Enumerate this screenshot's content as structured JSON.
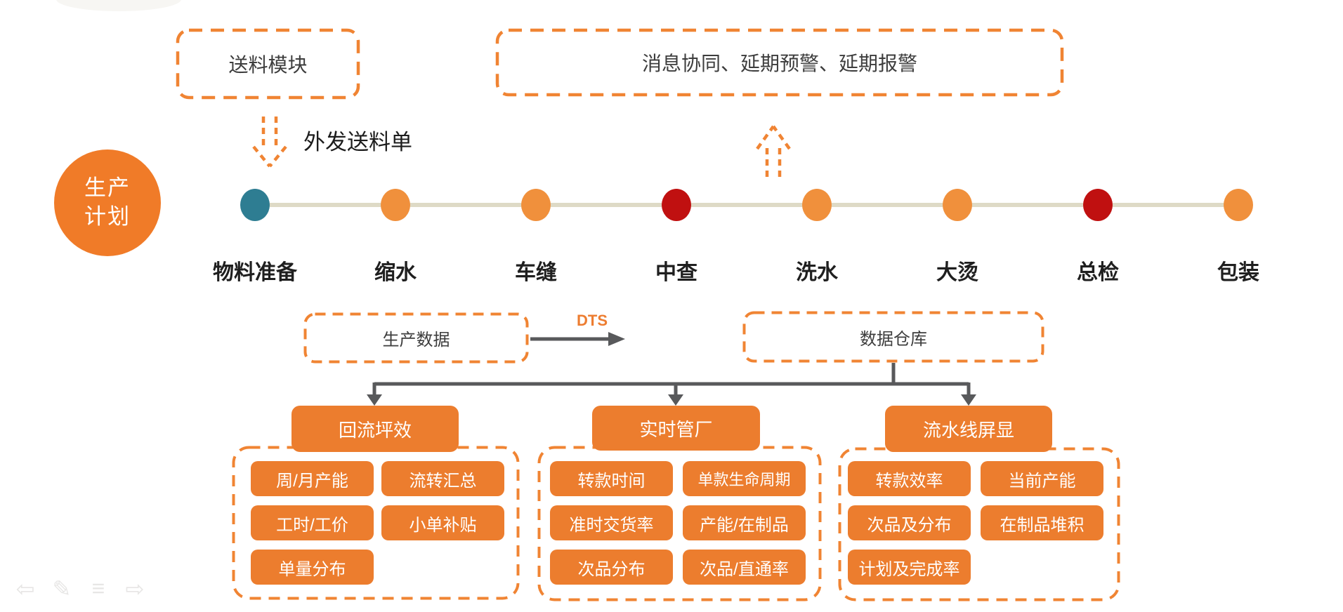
{
  "colors": {
    "orange_solid": "#EC7D2E",
    "orange_dot": "#F0903C",
    "orange_dashed_border": "#F08433",
    "teal_dot": "#2E7D92",
    "dark_red_dot": "#C01010",
    "timeline_line": "#DEDAC6",
    "connector_gray": "#58595B"
  },
  "top": {
    "feeding_box_label": "送料模块",
    "outsource_arrow_label": "外发送料单",
    "message_box_label": "消息协同、延期预警、延期报警"
  },
  "plan_circle": {
    "line1": "生产",
    "line2": "计划"
  },
  "timeline": {
    "stages": [
      {
        "label": "物料准备",
        "color": "#2E7D92"
      },
      {
        "label": "缩水",
        "color": "#F0903C"
      },
      {
        "label": "车缝",
        "color": "#F0903C"
      },
      {
        "label": "中查",
        "color": "#C01010"
      },
      {
        "label": "洗水",
        "color": "#F0903C"
      },
      {
        "label": "大烫",
        "color": "#F0903C"
      },
      {
        "label": "总检",
        "color": "#C01010"
      },
      {
        "label": "包装",
        "color": "#F0903C"
      }
    ]
  },
  "data_flow": {
    "production_data_label": "生产数据",
    "dts_label": "DTS",
    "warehouse_label": "数据仓库"
  },
  "branches": [
    {
      "title": "回流坪效",
      "items": [
        "周/月产能",
        "流转汇总",
        "工时/工价",
        "小单补贴",
        "单量分布"
      ]
    },
    {
      "title": "实时管厂",
      "items": [
        "转款时间",
        "单款生命周期",
        "准时交货率",
        "产能/在制品",
        "次品分布",
        "次品/直通率"
      ]
    },
    {
      "title": "流水线屏显",
      "items": [
        "转款效率",
        "当前产能",
        "次品及分布",
        "在制品堆积",
        "计划及完成率"
      ]
    }
  ],
  "nav": {
    "icons": [
      "back-arrow",
      "pen",
      "slides-menu",
      "forward-arrow"
    ],
    "glyphs": {
      "back": "⇦",
      "pen": "✎",
      "menu": "≡",
      "forward": "⇨"
    }
  }
}
